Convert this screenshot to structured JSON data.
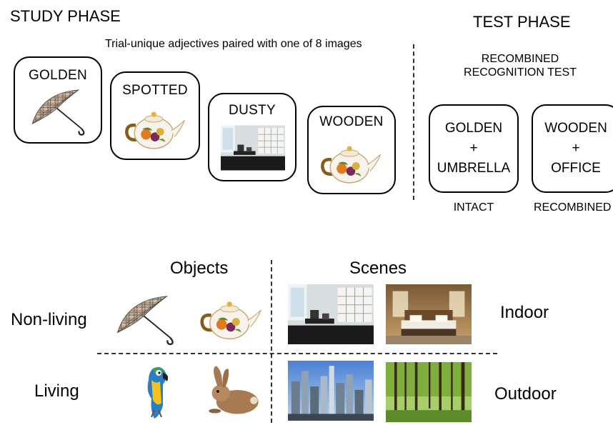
{
  "study": {
    "title": "STUDY PHASE",
    "subtitle": "Trial-unique adjectives paired with one of 8 images",
    "cards": [
      {
        "label": "GOLDEN",
        "image": "umbrella-icon"
      },
      {
        "label": "SPOTTED",
        "image": "teapot-icon"
      },
      {
        "label": "DUSTY",
        "image": "office-photo"
      },
      {
        "label": "WOODEN",
        "image": "teapot-icon"
      }
    ]
  },
  "test": {
    "title": "TEST PHASE",
    "subtitle_line1": "RECOMBINED",
    "subtitle_line2": "RECOGNITION TEST",
    "cards": [
      {
        "word": "GOLDEN",
        "plus": "+",
        "item": "UMBRELLA",
        "caption": "INTACT"
      },
      {
        "word": "WOODEN",
        "plus": "+",
        "item": "OFFICE",
        "caption": "RECOMBINED"
      }
    ]
  },
  "categories": {
    "col_objects": "Objects",
    "col_scenes": "Scenes",
    "row_nonliving": "Non-living",
    "row_living": "Living",
    "side_indoor": "Indoor",
    "side_outdoor": "Outdoor",
    "images": [
      "umbrella-icon",
      "teapot-icon",
      "office-photo",
      "bedroom-photo",
      "parrot-icon",
      "rabbit-icon",
      "city-photo",
      "forest-photo"
    ]
  }
}
